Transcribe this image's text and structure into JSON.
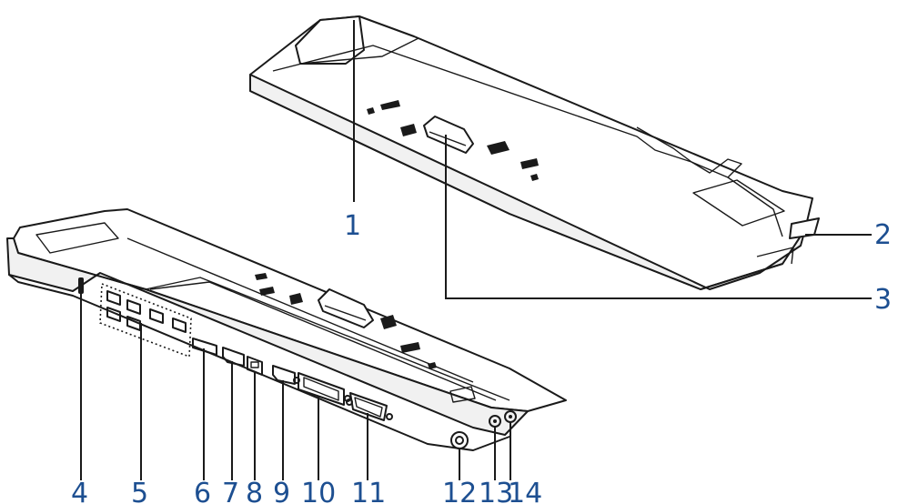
{
  "diagram": {
    "callouts": [
      {
        "id": "1",
        "label": "1"
      },
      {
        "id": "2",
        "label": "2"
      },
      {
        "id": "3",
        "label": "3"
      },
      {
        "id": "4",
        "label": "4"
      },
      {
        "id": "5",
        "label": "5"
      },
      {
        "id": "6",
        "label": "6"
      },
      {
        "id": "7",
        "label": "7"
      },
      {
        "id": "8",
        "label": "8"
      },
      {
        "id": "9",
        "label": "9"
      },
      {
        "id": "10",
        "label": "10"
      },
      {
        "id": "11",
        "label": "11"
      },
      {
        "id": "12",
        "label": "12"
      },
      {
        "id": "13",
        "label": "13"
      },
      {
        "id": "14",
        "label": "14"
      }
    ],
    "colors": {
      "callout_text": "#1d4f91",
      "line": "#1a1a1a",
      "background": "#ffffff"
    }
  }
}
